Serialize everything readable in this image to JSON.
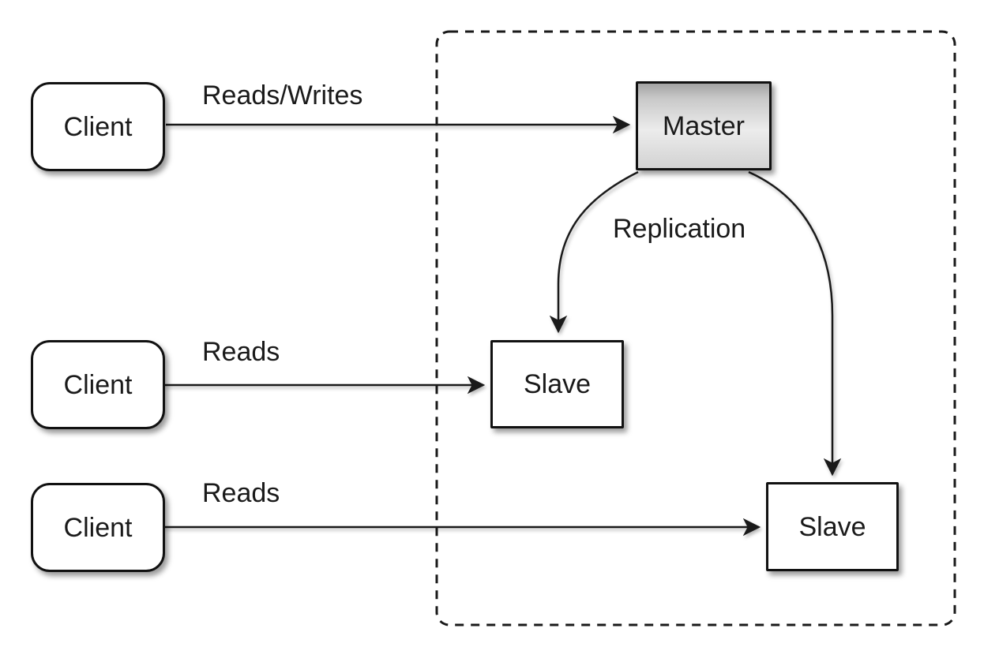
{
  "diagram": {
    "type": "master-slave-replication",
    "nodes": {
      "clients": [
        {
          "label": "Client"
        },
        {
          "label": "Client"
        },
        {
          "label": "Client"
        }
      ],
      "master": {
        "label": "Master"
      },
      "slaves": [
        {
          "label": "Slave"
        },
        {
          "label": "Slave"
        }
      ]
    },
    "edge_labels": {
      "reads_writes": "Reads/Writes",
      "reads_middle": "Reads",
      "reads_bottom": "Reads",
      "replication": "Replication"
    },
    "colors": {
      "background": "#ffffff",
      "line": "#1a1a1a",
      "node_border": "#111111",
      "node_fill": "#ffffff",
      "master_gradient_top": "#a3a3a3",
      "master_gradient_mid": "#ececec",
      "master_gradient_bottom": "#d2d2d2"
    }
  }
}
